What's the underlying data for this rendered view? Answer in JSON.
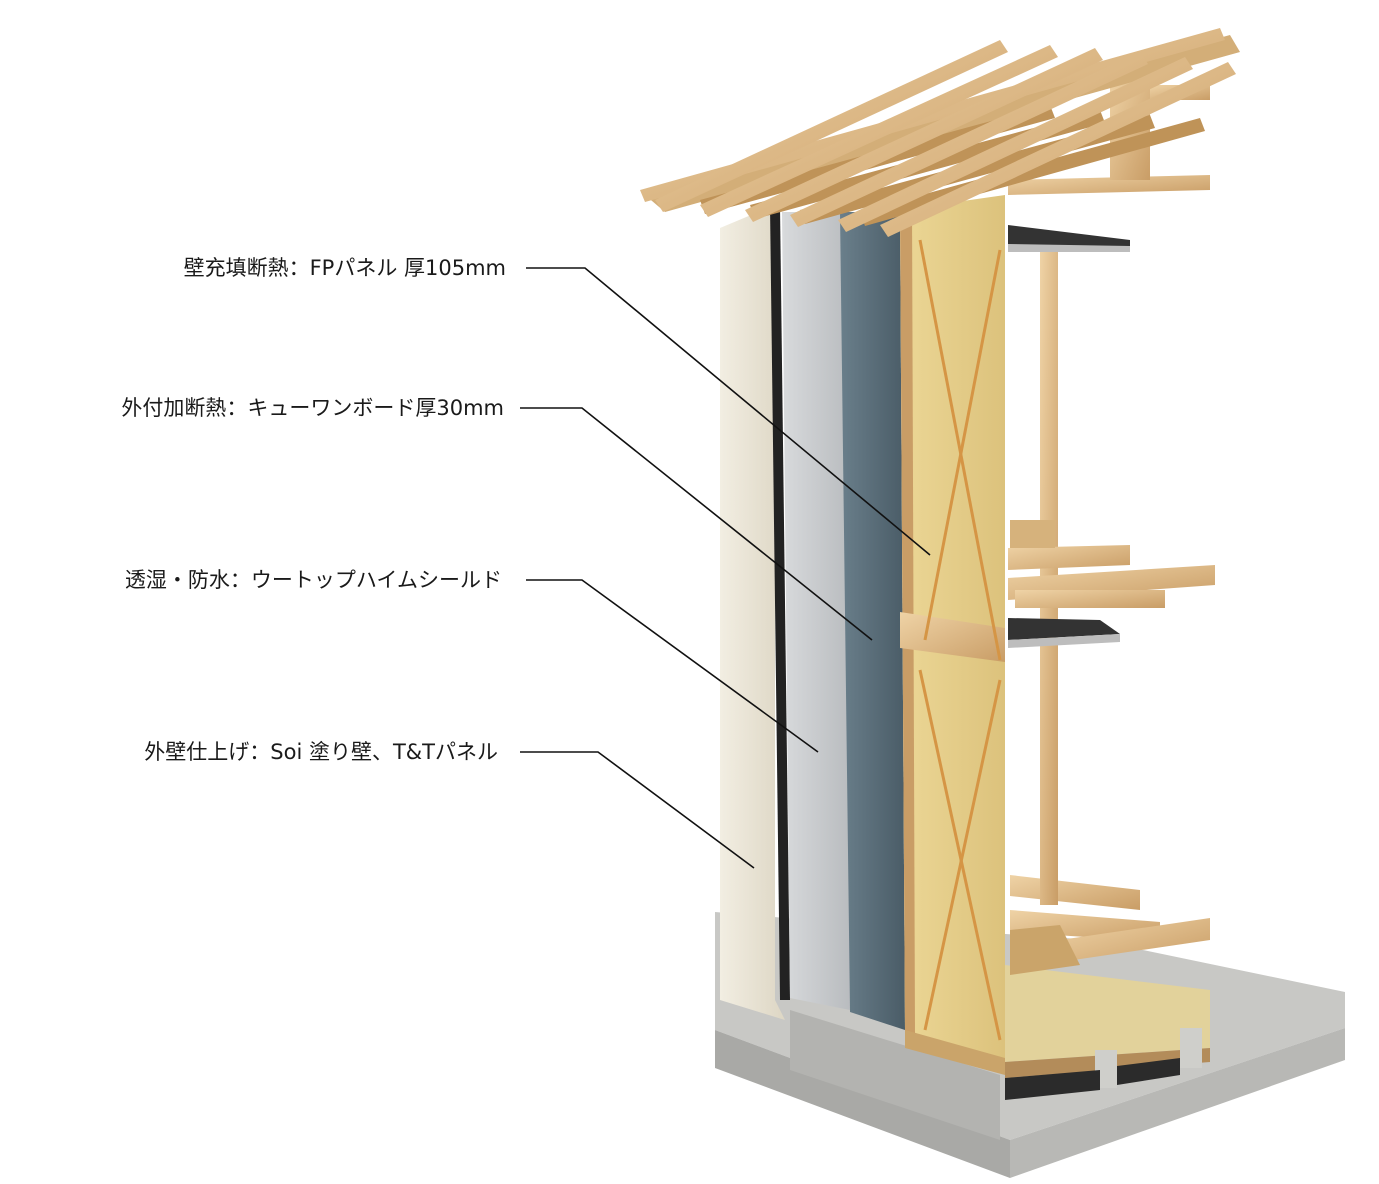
{
  "labels": {
    "wall_fill_insulation": "壁充填断熱：FPパネル 厚105mm",
    "exterior_insulation": "外付加断熱：キューワンボード厚30mm",
    "moisture_waterproof": "透湿・防水：ウートップハイムシールド",
    "exterior_finish": "外壁仕上げ：Soi 塗り壁、T&Tパネル"
  },
  "colors": {
    "fp_panel": "#e6cf8c",
    "cue_one_board": "#5b6e7a",
    "membrane": "#c9cbcd",
    "plaster": "#ece7d8",
    "timber": "#dcb98a",
    "concrete": "#c6c6c3"
  }
}
